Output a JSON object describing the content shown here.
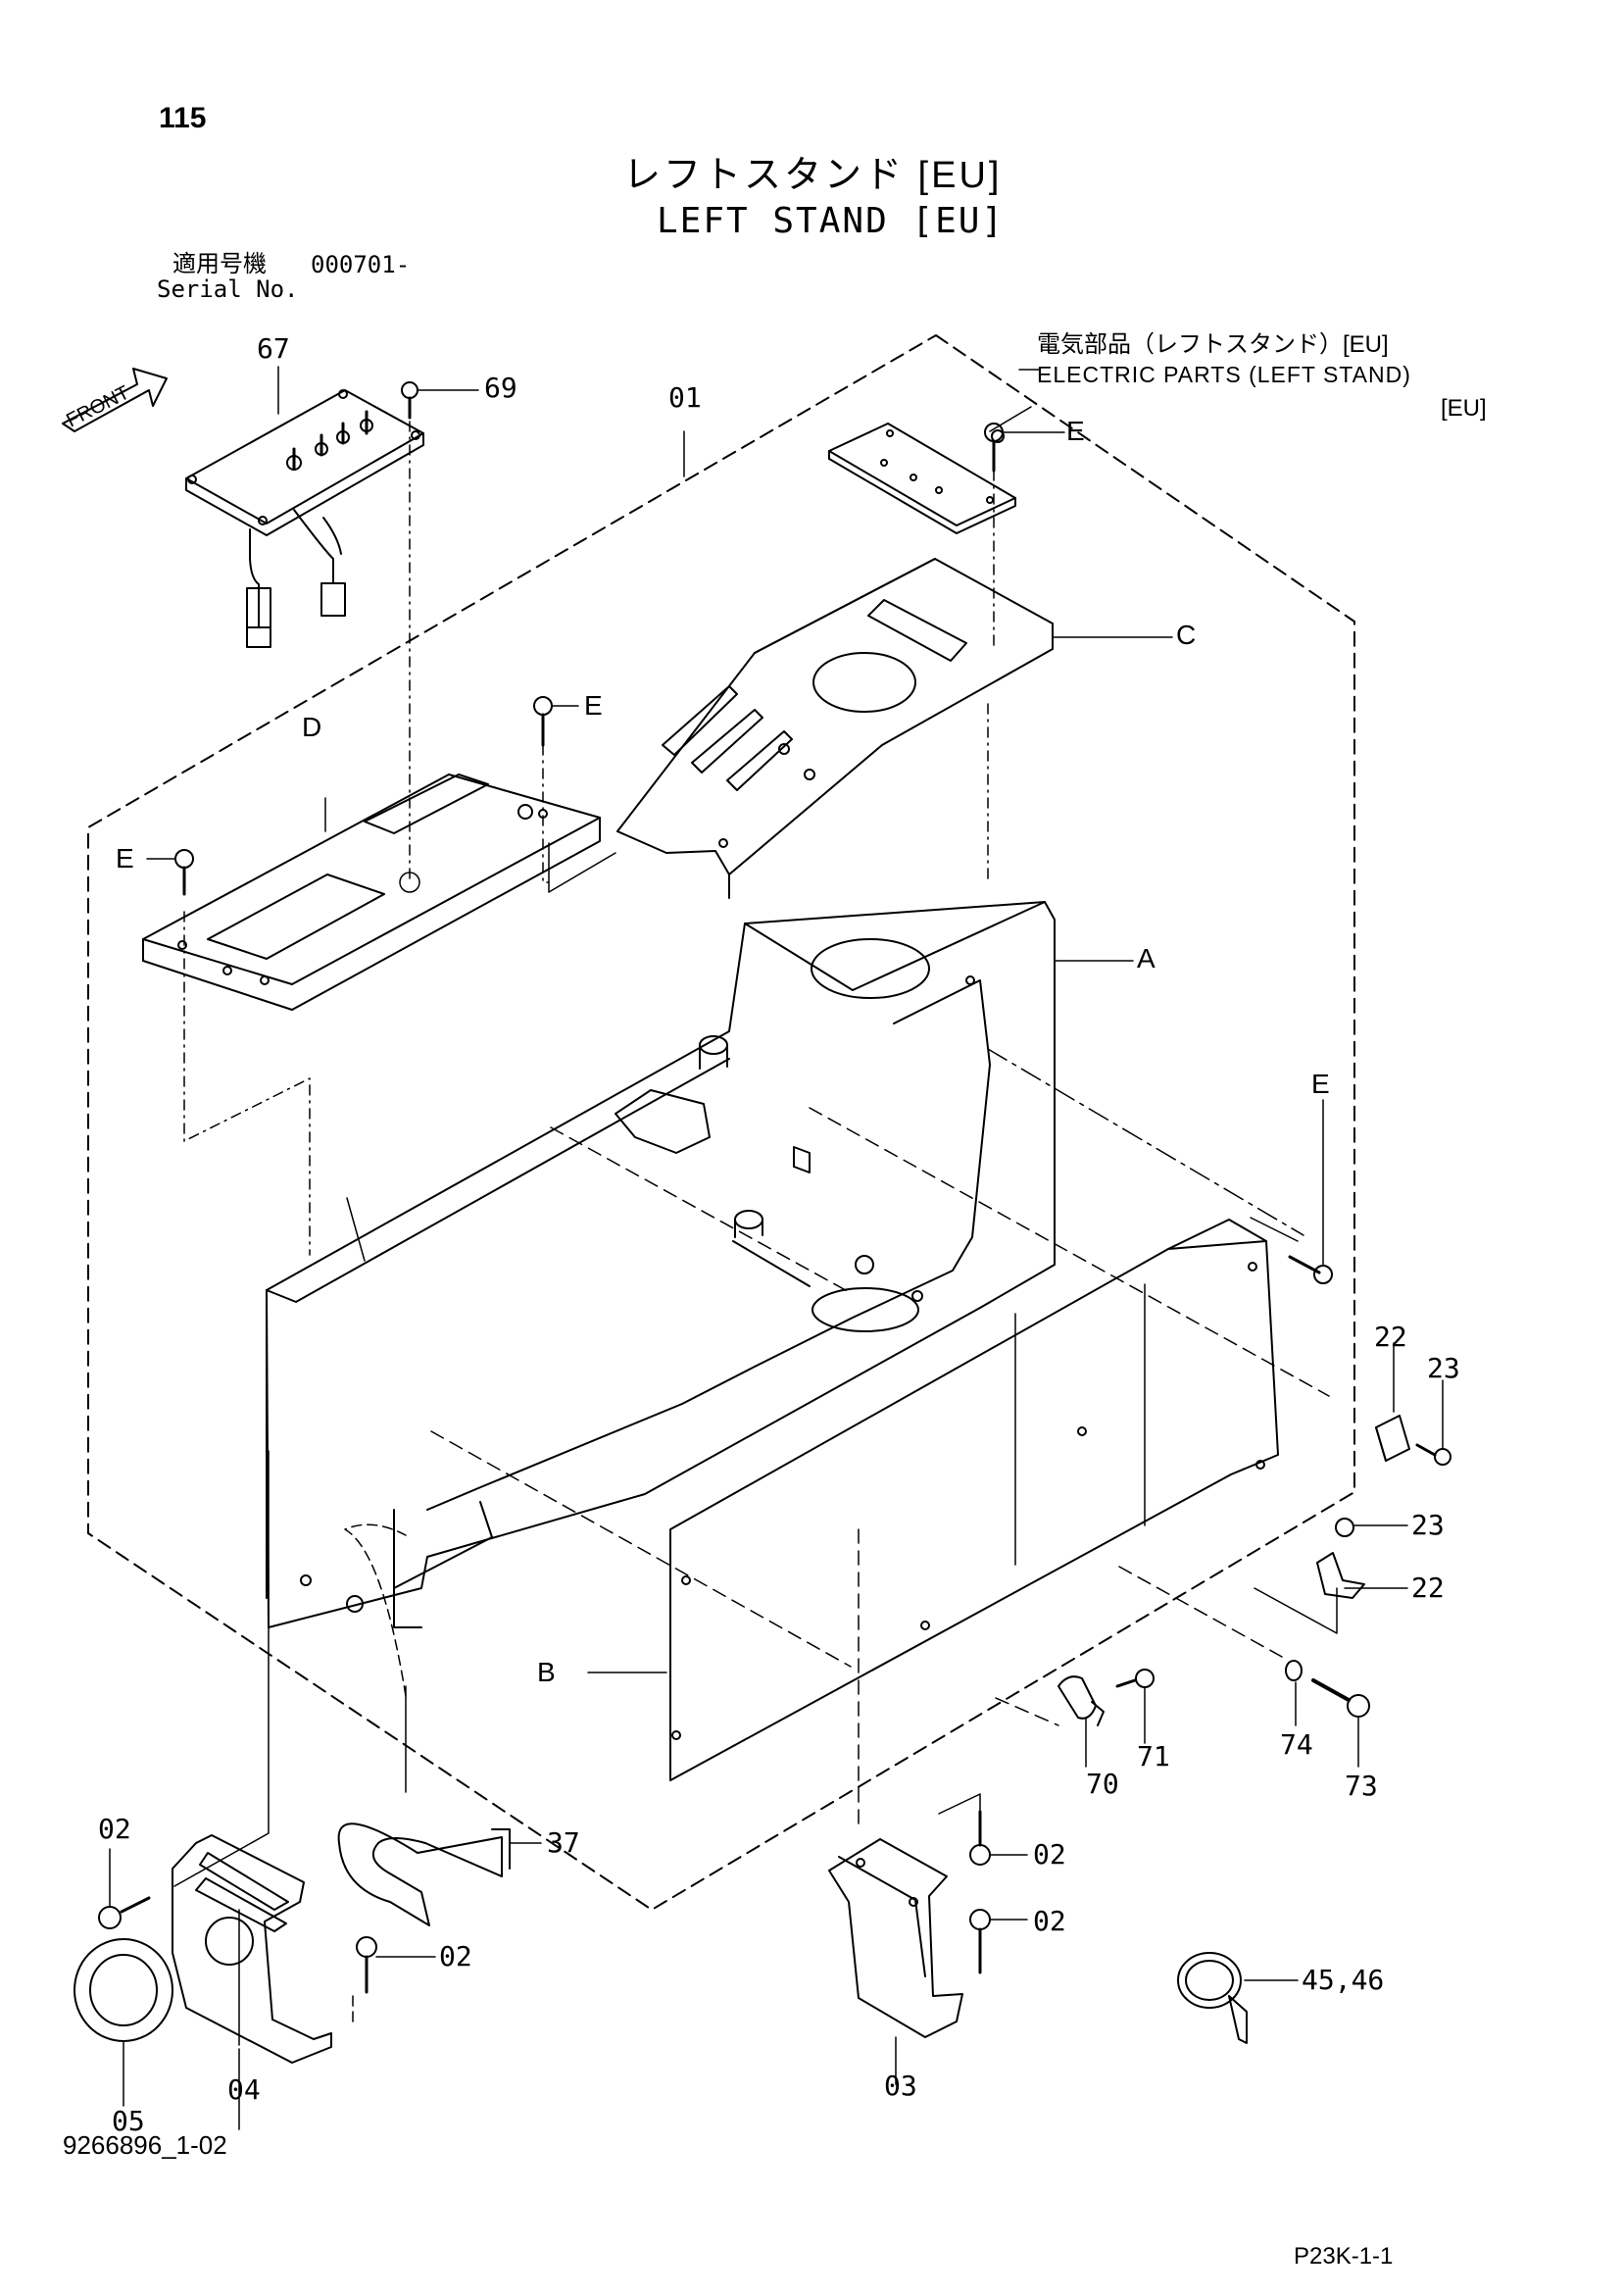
{
  "page_number": "115",
  "title_jp": "レフトスタンド [EU]",
  "title_en": "LEFT STAND [EU]",
  "serial": {
    "label_jp": "適用号機",
    "value": "000701-",
    "label_en": "Serial No."
  },
  "electric_parts": {
    "label_jp": "電気部品（レフトスタンド）[EU]",
    "label_en": "ELECTRIC  PARTS  (LEFT STAND)",
    "label_eu": "[EU]"
  },
  "front_label": "FRONT",
  "doc_id": "9266896_1-02",
  "page_code": "P23K-1-1",
  "callouts": {
    "c67": "67",
    "c69": "69",
    "c01": "01",
    "cE1": "E",
    "cC": "C",
    "cE2": "E",
    "cD": "D",
    "cE3": "E",
    "cA": "A",
    "cE4": "E",
    "c22a": "22",
    "c23a": "23",
    "c23b": "23",
    "c22b": "22",
    "cB": "B",
    "c74": "74",
    "c73": "73",
    "c70": "70",
    "c71": "71",
    "c02a": "02",
    "c37": "37",
    "c02b": "02",
    "c02c": "02",
    "c02d": "02",
    "c05": "05",
    "c04": "04",
    "c03": "03",
    "c4546": "45,46"
  }
}
